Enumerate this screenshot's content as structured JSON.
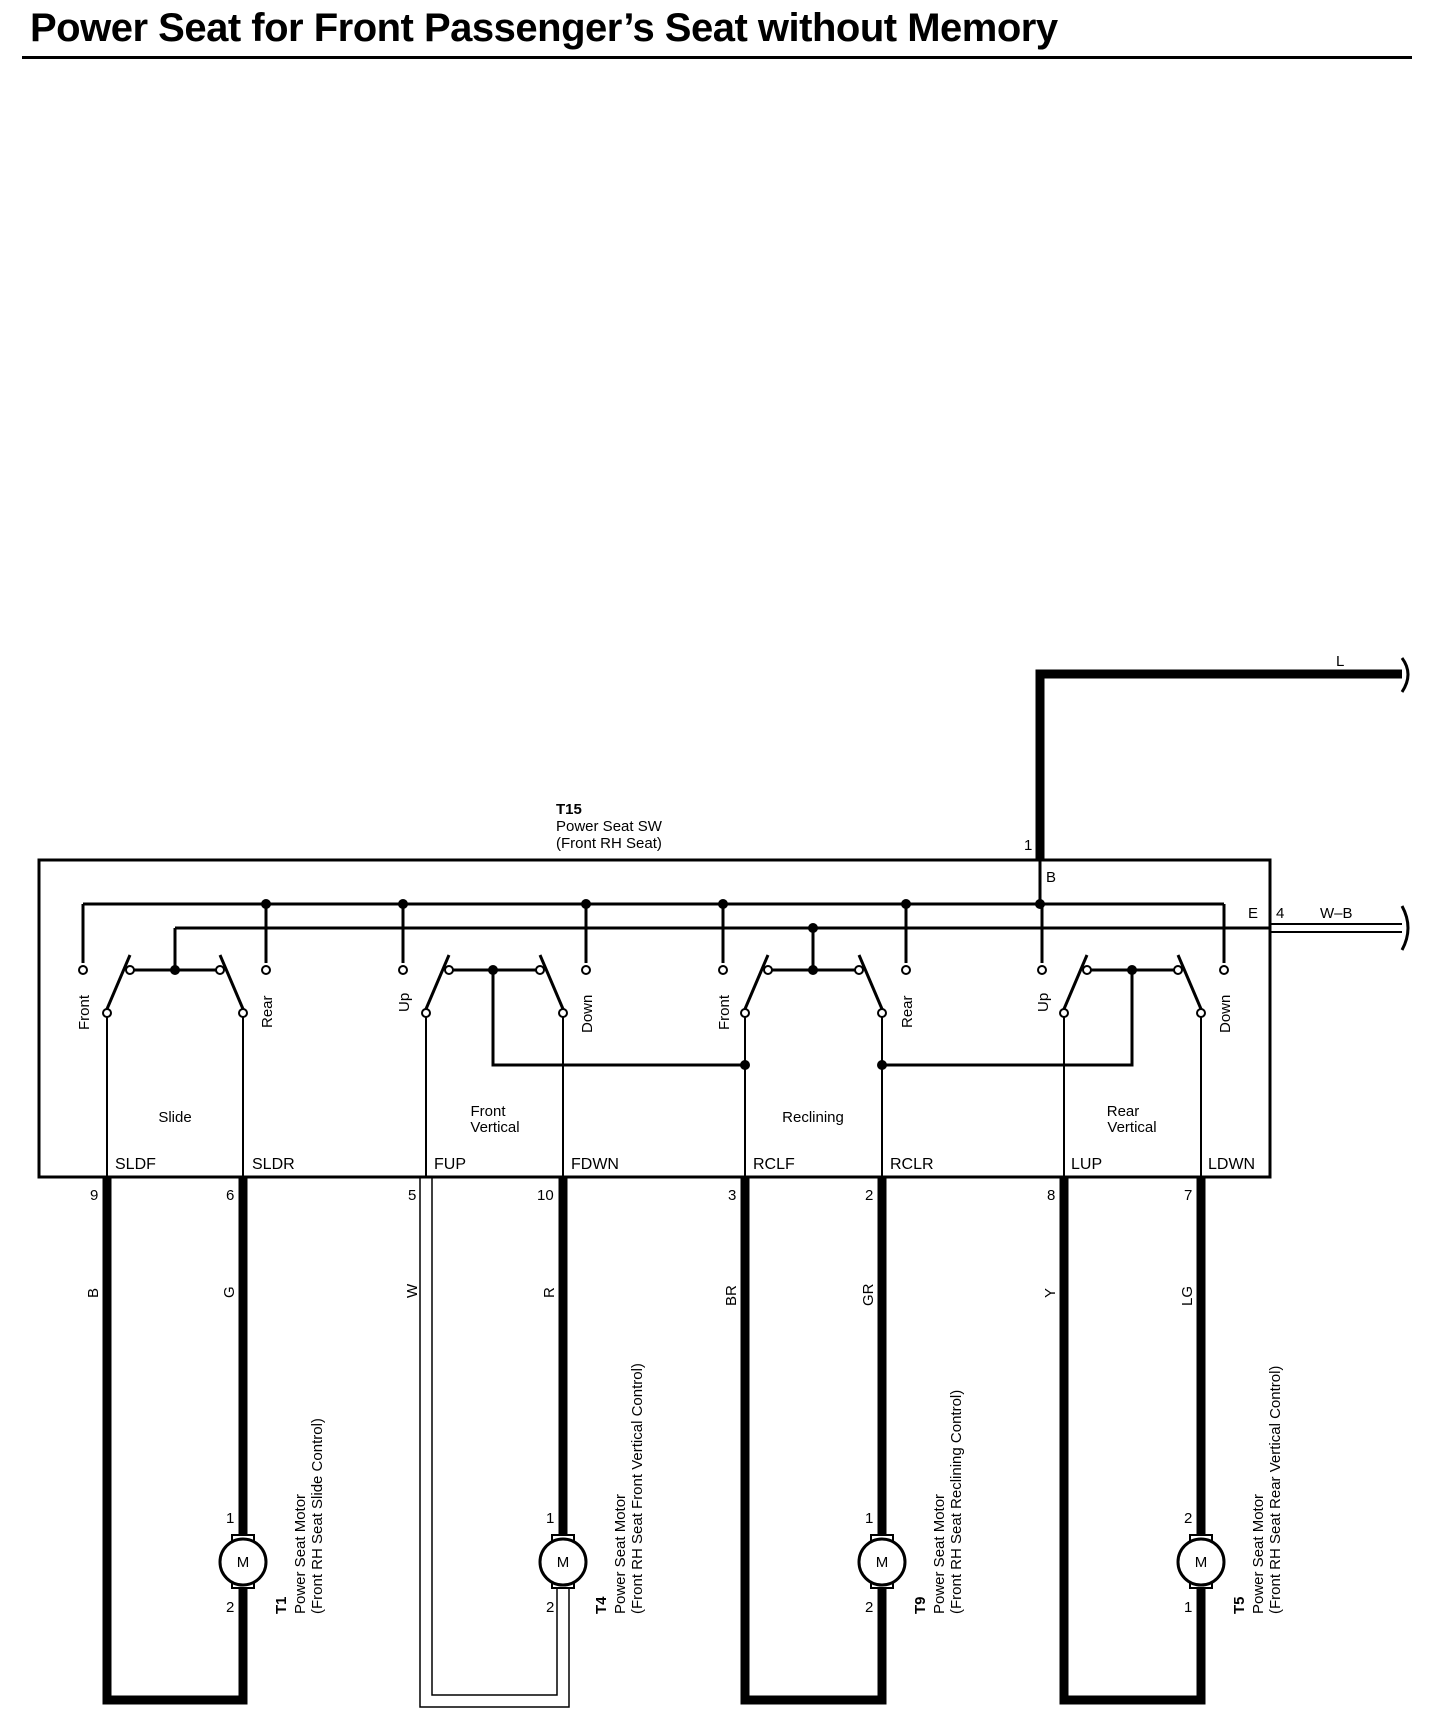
{
  "title": "Power Seat for Front Passenger’s Seat without Memory",
  "switch": {
    "code": "T15",
    "name": "Power Seat SW",
    "location": "(Front RH Seat)",
    "pin_b_num": "1",
    "pin_b_label": "B",
    "pin_e_label": "E",
    "pin_e_num": "4"
  },
  "supply": {
    "l_color": "L",
    "wb_color": "W–B"
  },
  "sections": [
    {
      "line1": "Slide",
      "line2": "",
      "pos_a": "Front",
      "pos_b": "Rear",
      "term_a": "SLDF",
      "term_b": "SLDR",
      "pin_a": "9",
      "pin_b": "6",
      "wire_a": "B",
      "wire_b": "G"
    },
    {
      "line1": "Front",
      "line2": "Vertical",
      "pos_a": "Up",
      "pos_b": "Down",
      "term_a": "FUP",
      "term_b": "FDWN",
      "pin_a": "5",
      "pin_b": "10",
      "wire_a": "W",
      "wire_b": "R"
    },
    {
      "line1": "Reclining",
      "line2": "",
      "pos_a": "Front",
      "pos_b": "Rear",
      "term_a": "RCLF",
      "term_b": "RCLR",
      "pin_a": "3",
      "pin_b": "2",
      "wire_a": "BR",
      "wire_b": "GR"
    },
    {
      "line1": "Rear",
      "line2": "Vertical",
      "pos_a": "Up",
      "pos_b": "Down",
      "term_a": "LUP",
      "term_b": "LDWN",
      "pin_a": "8",
      "pin_b": "7",
      "wire_a": "Y",
      "wire_b": "LG"
    }
  ],
  "motors": [
    {
      "symbol": "M",
      "pin_top": "1",
      "pin_bottom": "2",
      "code": "T1",
      "name": "Power Seat Motor",
      "desc": "(Front RH Seat Slide Control)"
    },
    {
      "symbol": "M",
      "pin_top": "1",
      "pin_bottom": "2",
      "code": "T4",
      "name": "Power Seat Motor",
      "desc": "(Front RH Seat Front Vertical Control)"
    },
    {
      "symbol": "M",
      "pin_top": "1",
      "pin_bottom": "2",
      "code": "T9",
      "name": "Power Seat Motor",
      "desc": "(Front RH Seat Reclining Control)"
    },
    {
      "symbol": "M",
      "pin_top": "2",
      "pin_bottom": "1",
      "code": "T5",
      "name": "Power Seat Motor",
      "desc": "(Front RH Seat Rear Vertical Control)"
    }
  ]
}
